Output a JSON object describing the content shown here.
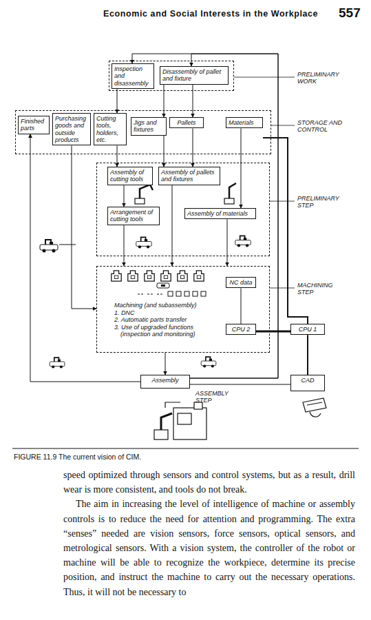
{
  "diagram": {
    "caption": "FIGURE 11.9 The current vision of CIM.",
    "nodes": [
      {
        "text": [
          "PRELIMINARY WORK"
        ]
      },
      {
        "text": [
          "Inspection and disassembly"
        ],
        "in": 0
      },
      {
        "text": [
          "Disassembly of pallet and fixture"
        ],
        "in": 0
      },
      {
        "text": [
          "STORAGE AND CONTROL"
        ]
      },
      {
        "text": [
          "Finished parts"
        ],
        "in": 3
      },
      {
        "text": [
          "Purchasing goods and outside products"
        ],
        "in": 3
      },
      {
        "text": [
          "Cutting tools, holders, etc."
        ],
        "in": 3
      },
      {
        "text": [
          "Jigs and fixtures"
        ],
        "in": 3
      },
      {
        "text": [
          "Pallets"
        ],
        "in": 3
      },
      {
        "text": [
          "Materials"
        ],
        "in": 3
      },
      {
        "text": [
          "PRELIMINARY STEP"
        ]
      },
      {
        "text": [
          "Assembly of cutting tools"
        ],
        "in": 10
      },
      {
        "text": [
          "Assembly of pallets and fixtures"
        ],
        "in": 10
      },
      {
        "text": [
          "Arrangement of cutting tools"
        ],
        "in": 10
      },
      {
        "text": [
          "Assembly of materials"
        ],
        "in": 10
      },
      {
        "text": [
          "MACHINING STEP",
          "Machining (and subassembly)",
          "1. DNC",
          "2. Automatic parts transfer",
          "3. Use of upgraded functions (inspection and monitoring)"
        ]
      },
      {
        "text": [
          "NC data"
        ],
        "in": 15
      },
      {
        "text": [
          "CPU 2"
        ],
        "in": 15
      },
      {
        "text": [
          "CPU 1"
        ]
      },
      {
        "text": [
          "Assembly"
        ]
      },
      {
        "text": [
          "CAD"
        ]
      }
    ],
    "edges": [
      {
        "from": 19,
        "to": 1,
        "arrow": "to"
      },
      {
        "from": 19,
        "to": 2,
        "arrow": "to"
      },
      {
        "from": 1,
        "to": 6,
        "arrow": "to"
      },
      {
        "from": 2,
        "to": 7,
        "arrow": "to"
      },
      {
        "from": 2,
        "to": 8,
        "arrow": "to"
      },
      {
        "from": 6,
        "to": 11,
        "arrow": "to"
      },
      {
        "from": 7,
        "to": 12,
        "arrow": "to"
      },
      {
        "from": 8,
        "to": 12,
        "arrow": "to"
      },
      {
        "from": 9,
        "to": 14,
        "arrow": "to"
      },
      {
        "from": 11,
        "to": 13,
        "arrow": "to"
      },
      {
        "from": 13,
        "to": 15,
        "arrow": "to"
      },
      {
        "from": 12,
        "to": 15,
        "arrow": "to"
      },
      {
        "from": 14,
        "to": 15,
        "arrow": "to"
      },
      {
        "from": 5,
        "to": 15,
        "arrow": "to"
      },
      {
        "from": 15,
        "to": 19,
        "arrow": "to"
      },
      {
        "from": 19,
        "to": 4,
        "arrow": "to"
      },
      {
        "from": 9,
        "to": 18,
        "arrow": "none"
      },
      {
        "from": 17,
        "to": 18,
        "arrow": "none"
      },
      {
        "from": 16,
        "to": 17,
        "arrow": "none"
      },
      {
        "from": 20,
        "to": 18,
        "arrow": "none"
      },
      {
        "from": 19,
        "to": 20,
        "arrow": "none"
      }
    ],
    "labels": [
      "Economic and Social Interests in the Workplace",
      "557",
      "ASSEMBLY STEP",
      "speed optimized through sensors and control systems, but as a result, drill wear is more consistent, and tools do not break.",
      "The aim in increasing the level of intelligence of machine or assembly controls is to reduce the need for attention and programming. The extra “senses” needed are vision sensors, force sensors, optical sensors, and metrological sensors. With a vision system, the controller of the robot or machine will be able to recognize the workpiece, determine its precise position, and instruct the machine to carry out the necessary operations. Thus, it will not be necessary to"
    ]
  }
}
